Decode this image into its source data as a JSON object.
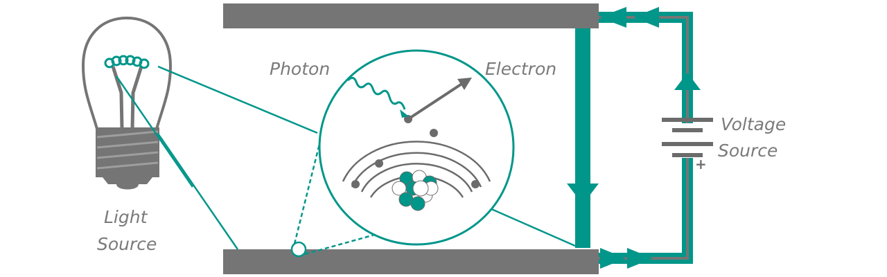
{
  "labels": {
    "photon": "Photon",
    "electron": "Electron",
    "light_source_line1": "Light",
    "light_source_line2": "Source",
    "voltage_source_line1": "Voltage",
    "voltage_source_line2": "Source",
    "battery_plus": "+"
  },
  "colors": {
    "teal": "#00968a",
    "plate_gray": "#757575",
    "dark_gray": "#6b6b6b",
    "text_gray": "#7a7a7a"
  },
  "icons": [
    "light-bulb-icon",
    "battery-icon",
    "atom-icon",
    "arrow-icon"
  ]
}
